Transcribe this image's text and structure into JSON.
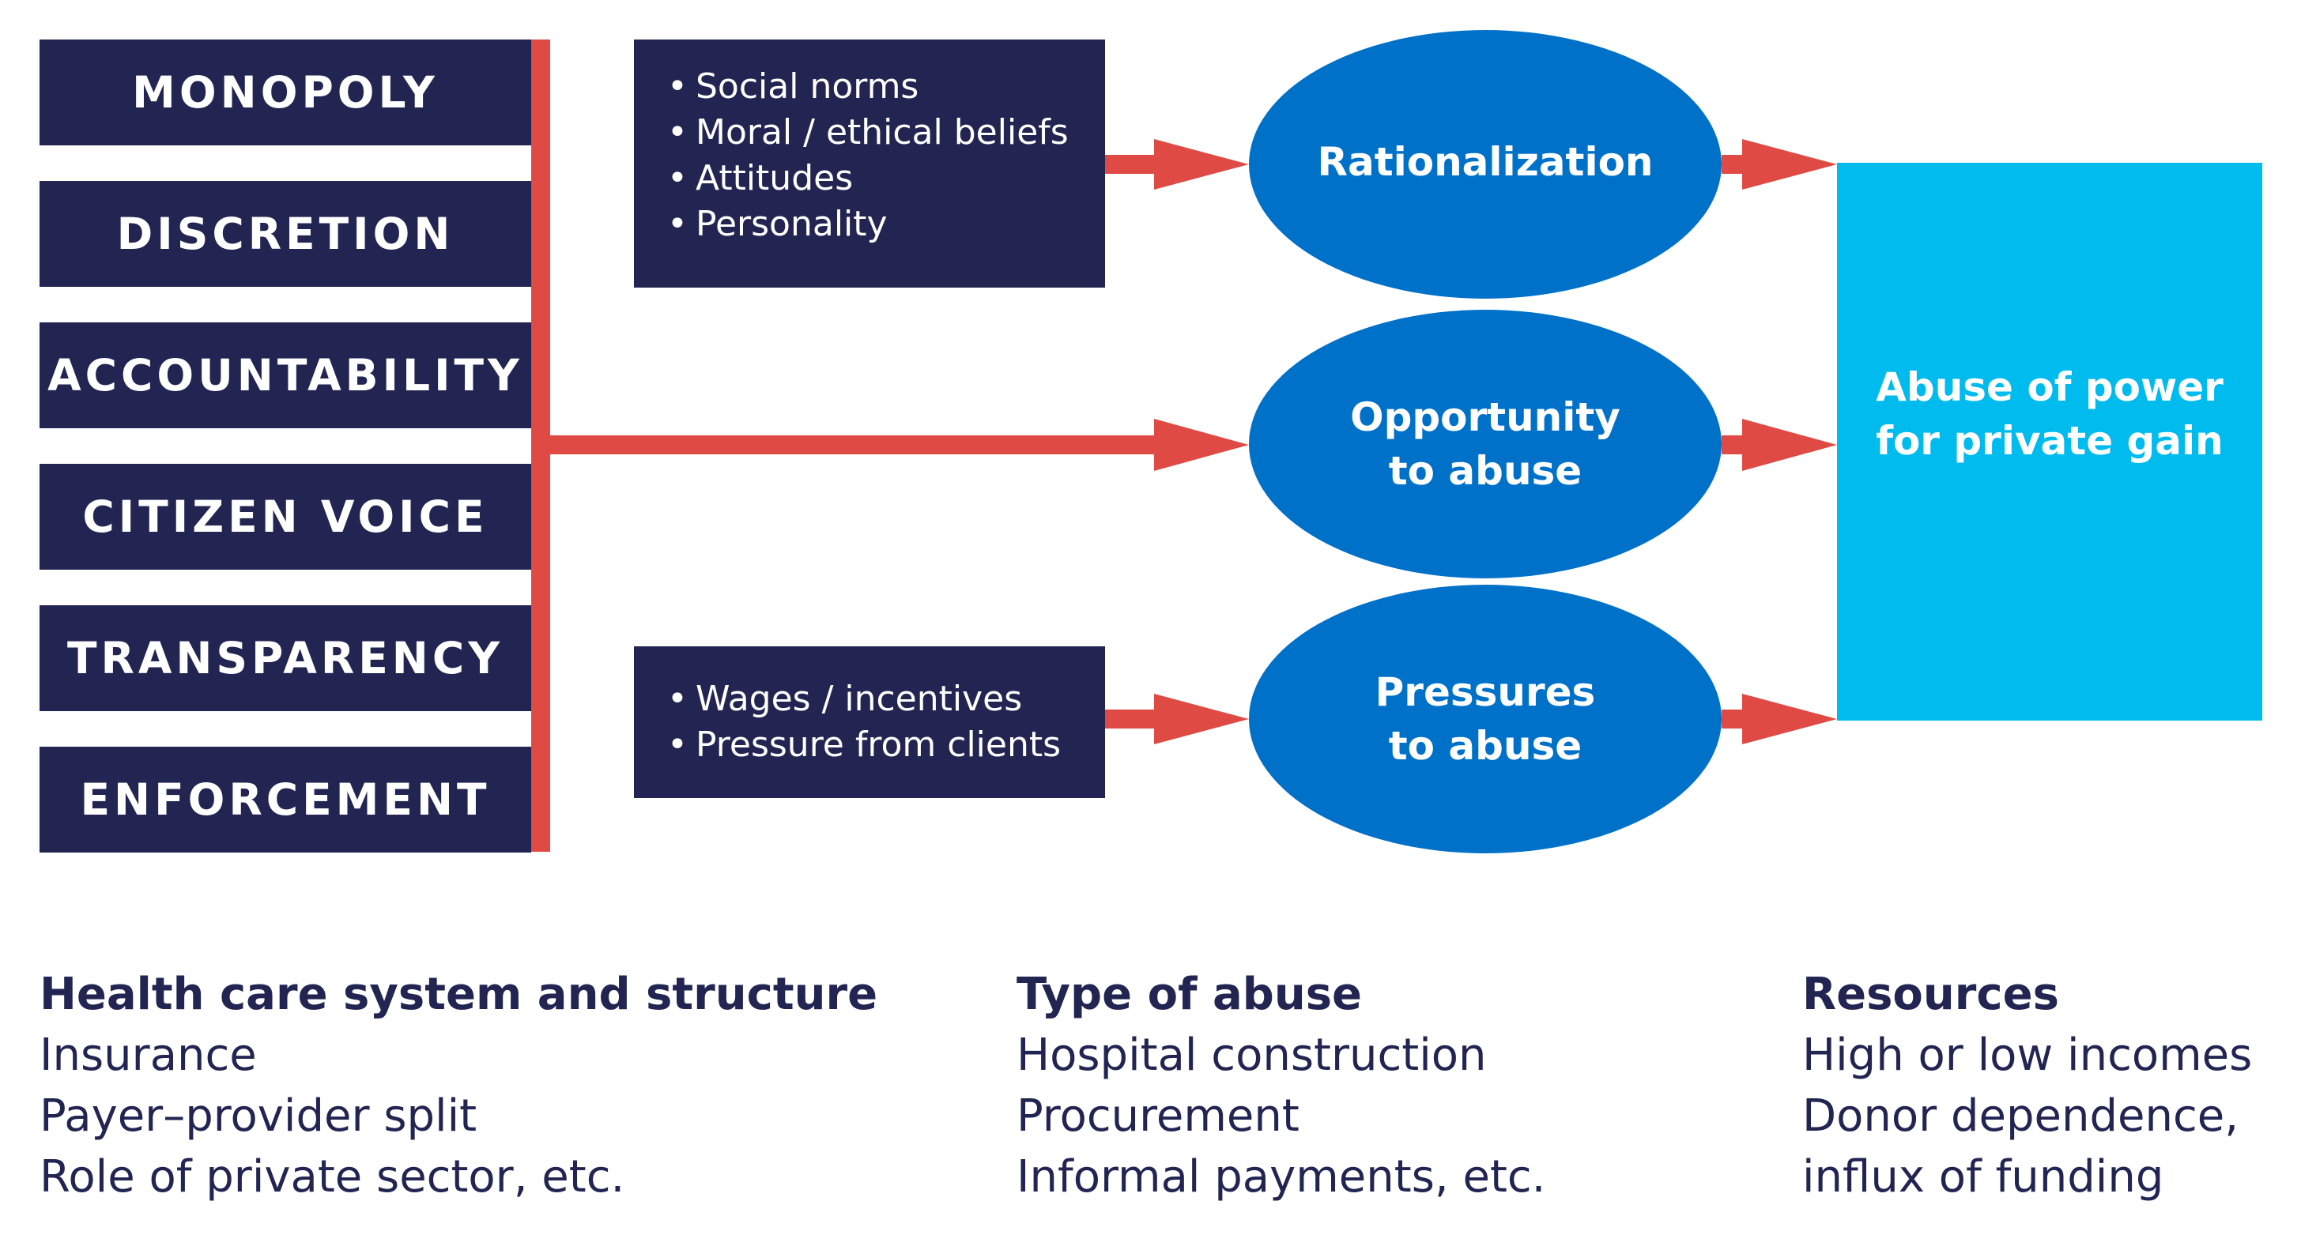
{
  "factors": [
    "MONOPOLY",
    "DISCRETION",
    "ACCOUNTABILITY",
    "CITIZEN VOICE",
    "TRANSPARENCY",
    "ENFORCEMENT"
  ],
  "rationalization_inputs": [
    "Social norms",
    "Moral / ethical beliefs",
    "Attitudes",
    "Personality"
  ],
  "pressure_inputs": [
    "Wages / incentives",
    "Pressure from clients"
  ],
  "nodes": {
    "rationalization": [
      "Rationalization"
    ],
    "opportunity": [
      "Opportunity",
      "to abuse"
    ],
    "pressures": [
      "Pressures",
      "to abuse"
    ]
  },
  "result": [
    "Abuse of power",
    "for private gain"
  ],
  "columns": [
    {
      "heading": "Health care system and structure",
      "lines": [
        "Insurance",
        "Payer–provider split",
        "Role of private sector, etc."
      ]
    },
    {
      "heading": "Type of abuse",
      "lines": [
        "Hospital construction",
        "Procurement",
        "Informal payments, etc."
      ]
    },
    {
      "heading": "Resources",
      "lines": [
        "High or low incomes",
        "Donor dependence,",
        "influx of funding"
      ]
    }
  ],
  "colors": {
    "navy": "#222552",
    "ellipse_blue": "#0071c9",
    "result_cyan": "#00bbee",
    "arrow_red": "#e04a44"
  }
}
